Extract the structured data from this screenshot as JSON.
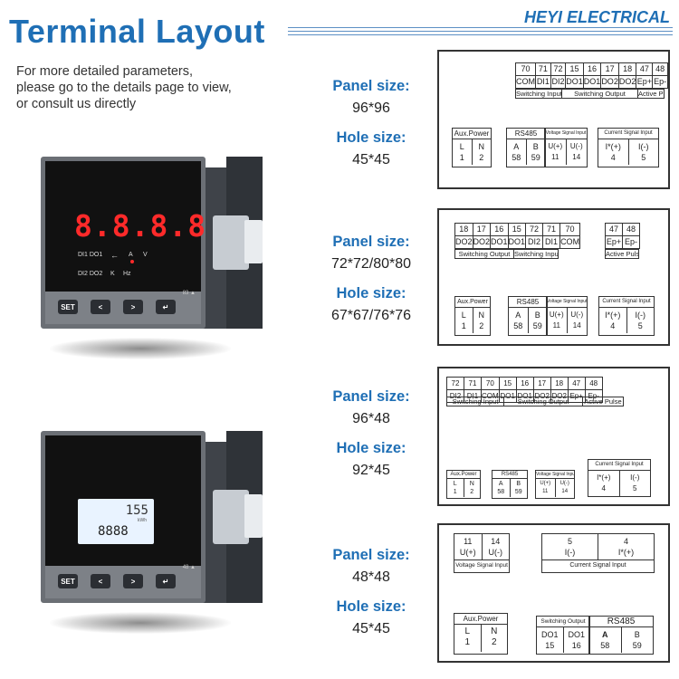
{
  "header": {
    "title": "Terminal Layout",
    "brand": "HEYI ELECTRICAL"
  },
  "intro": {
    "line1": "For more detailed parameters,",
    "line2": "please go to the details page to view,",
    "line3": "or consult us directly"
  },
  "labels": {
    "panel_size": "Panel size:",
    "hole_size": "Hole size:"
  },
  "specs": [
    {
      "panel": "96*96",
      "hole": "45*45"
    },
    {
      "panel": "72*72/80*80",
      "hole": "67*67/76*76"
    },
    {
      "panel": "96*48",
      "hole": "92*45"
    },
    {
      "panel": "48*48",
      "hole": "45*45"
    }
  ],
  "device1": {
    "display": "8.8.8.8",
    "ind_top": "DI1 DO1",
    "ind_a": "A",
    "ind_v": "V",
    "ind_bottom": "DI2 DO2",
    "ind_k": "K",
    "ind_hz": "Hz",
    "model": "83",
    "set_label": "SET"
  },
  "device2": {
    "lcd_top": "155",
    "lcd_unit": "kWh",
    "lcd_main": "8888",
    "model": "48",
    "set_label": "SET"
  },
  "panel1": {
    "top_cols": [
      {
        "num": "70",
        "name": "COM"
      },
      {
        "num": "71",
        "name": "DI1"
      },
      {
        "num": "72",
        "name": "DI2"
      },
      {
        "num": "15",
        "name": "DO1"
      },
      {
        "num": "16",
        "name": "DO1"
      },
      {
        "num": "17",
        "name": "DO2"
      },
      {
        "num": "18",
        "name": "DO2"
      },
      {
        "num": "47",
        "name": "Ep+"
      },
      {
        "num": "48",
        "name": "Ep-"
      }
    ],
    "cap_switching_input": "Switching Input",
    "cap_switching_output": "Switching Output",
    "cap_active_pulse": "Active Pulse",
    "aux": {
      "title": "Aux.Power",
      "cells": [
        [
          "L",
          "1"
        ],
        [
          "N",
          "2"
        ]
      ]
    },
    "rs485": {
      "title": "RS485",
      "cells": [
        [
          "A",
          "58"
        ],
        [
          "B",
          "59"
        ]
      ]
    },
    "voltage": {
      "title": "Voltage Signal Input",
      "cells": [
        [
          "U(+)",
          "11"
        ],
        [
          "U(-)",
          "14"
        ]
      ]
    },
    "current": {
      "title": "Current Signal Input",
      "cells": [
        [
          "I*(+)",
          "4"
        ],
        [
          "I(-)",
          "5"
        ]
      ]
    }
  },
  "panel2": {
    "top_cols": [
      {
        "num": "18",
        "name": "DO2"
      },
      {
        "num": "17",
        "name": "DO2"
      },
      {
        "num": "16",
        "name": "DO1"
      },
      {
        "num": "15",
        "name": "DO1"
      },
      {
        "num": "72",
        "name": "DI2"
      },
      {
        "num": "71",
        "name": "DI1"
      },
      {
        "num": "70",
        "name": "COM"
      }
    ],
    "pulse_cols": [
      {
        "num": "47",
        "name": "Ep+"
      },
      {
        "num": "48",
        "name": "Ep-"
      }
    ],
    "cap_switching_output": "Switching Output",
    "cap_switching_input": "Switching Input",
    "cap_active_pulse": "Active Pulse",
    "aux": {
      "title": "Aux.Power",
      "cells": [
        [
          "L",
          "1"
        ],
        [
          "N",
          "2"
        ]
      ]
    },
    "rs485": {
      "title": "RS485",
      "cells": [
        [
          "A",
          "58"
        ],
        [
          "B",
          "59"
        ]
      ]
    },
    "voltage": {
      "title": "Voltage Signal Input",
      "cells": [
        [
          "U(+)",
          "11"
        ],
        [
          "U(-)",
          "14"
        ]
      ]
    },
    "current": {
      "title": "Current Signal Input",
      "cells": [
        [
          "I*(+)",
          "4"
        ],
        [
          "I(-)",
          "5"
        ]
      ]
    }
  },
  "panel3": {
    "top_cols": [
      {
        "num": "72",
        "name": "DI2"
      },
      {
        "num": "71",
        "name": "DI1"
      },
      {
        "num": "70",
        "name": "COM"
      },
      {
        "num": "15",
        "name": "DO1"
      },
      {
        "num": "16",
        "name": "DO1"
      },
      {
        "num": "17",
        "name": "DO2"
      },
      {
        "num": "18",
        "name": "DO2"
      },
      {
        "num": "47",
        "name": "Ep+"
      },
      {
        "num": "48",
        "name": "Ep-"
      }
    ],
    "cap_switching_input": "Switching Input",
    "cap_switching_output": "Switching Output",
    "cap_active_pulse": "Active Pulse",
    "aux": {
      "title": "Aux.Power",
      "cells": [
        [
          "L",
          "1"
        ],
        [
          "N",
          "2"
        ]
      ]
    },
    "rs485": {
      "title": "RS485",
      "cells": [
        [
          "A",
          "58"
        ],
        [
          "B",
          "59"
        ]
      ]
    },
    "voltage": {
      "title": "Voltage Signal Input",
      "cells": [
        [
          "U(+)",
          "11"
        ],
        [
          "U(-)",
          "14"
        ]
      ]
    },
    "current": {
      "title": "Current Signal Input",
      "cells": [
        [
          "I*(+)",
          "4"
        ],
        [
          "I(-)",
          "5"
        ]
      ]
    }
  },
  "panel4": {
    "voltage": {
      "title": "Voltage Signal Input",
      "cells": [
        [
          "11",
          "U(+)"
        ],
        [
          "14",
          "U(-)"
        ]
      ]
    },
    "current": {
      "title": "Current Signal Input",
      "cells": [
        [
          "5",
          "I(-)"
        ],
        [
          "4",
          "I*(+)"
        ]
      ]
    },
    "aux": {
      "title": "Aux.Power",
      "cells": [
        [
          "L",
          "1"
        ],
        [
          "N",
          "2"
        ]
      ]
    },
    "switching_output": {
      "title": "Switching Output",
      "cells": [
        [
          "DO1",
          "15"
        ],
        [
          "DO1",
          "16"
        ]
      ]
    },
    "rs485": {
      "title": "RS485",
      "cells": [
        [
          "A",
          "58"
        ],
        [
          "B",
          "59"
        ]
      ]
    }
  }
}
